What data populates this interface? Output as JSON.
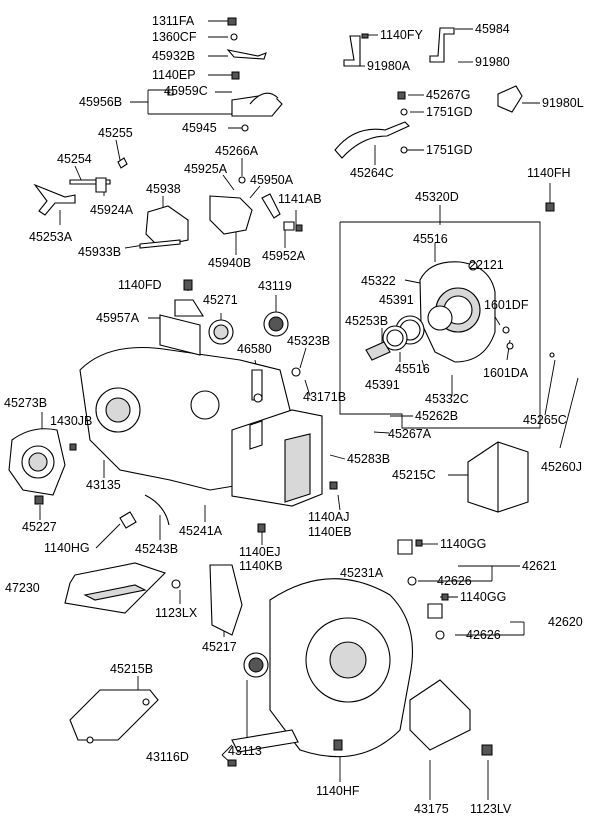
{
  "labels": {
    "p1311FA": "1311FA",
    "p1360CF": "1360CF",
    "p45932B": "45932B",
    "p1140EP": "1140EP",
    "p45956B": "45956B",
    "p45959C": "45959C",
    "p45945": "45945",
    "p1140FY": "1140FY",
    "p45984": "45984",
    "p91980A": "91980A",
    "p91980": "91980",
    "p45267G": "45267G",
    "p1751GD_a": "1751GD",
    "p91980L": "91980L",
    "p1751GD_b": "1751GD",
    "p45264C": "45264C",
    "p45255": "45255",
    "p45254": "45254",
    "p45924A": "45924A",
    "p45253A": "45253A",
    "p45266A": "45266A",
    "p45925A": "45925A",
    "p45950A": "45950A",
    "p45938": "45938",
    "p1141AB": "1141AB",
    "p45933B": "45933B",
    "p45940B": "45940B",
    "p45952A": "45952A",
    "p1140FH": "1140FH",
    "p45320D": "45320D",
    "p45516_a": "45516",
    "p45322": "45322",
    "p22121": "22121",
    "p45391_a": "45391",
    "p1601DF": "1601DF",
    "p45253B": "45253B",
    "p45516_b": "45516",
    "p45391_b": "45391",
    "p1601DA": "1601DA",
    "p45332C": "45332C",
    "p45262B": "45262B",
    "p45265C": "45265C",
    "p45267A": "45267A",
    "p45260J": "45260J",
    "p1140FD": "1140FD",
    "p45271": "45271",
    "p43119": "43119",
    "p45957A": "45957A",
    "p46580": "46580",
    "p45323B": "45323B",
    "p43171B": "43171B",
    "p45273B": "45273B",
    "p1430JB": "1430JB",
    "p43135": "43135",
    "p45283B": "45283B",
    "p45215C": "45215C",
    "p45227": "45227",
    "p1140HG": "1140HG",
    "p45243B": "45243B",
    "p45241A": "45241A",
    "p1140AJ": "1140AJ",
    "p1140EB": "1140EB",
    "p1140EJ": "1140EJ",
    "p1140KB": "1140KB",
    "p1140GG_a": "1140GG",
    "p47230": "47230",
    "p45231A": "45231A",
    "p42626_a": "42626",
    "p42621": "42621",
    "p1140GG_b": "1140GG",
    "p1123LX": "1123LX",
    "p42620": "42620",
    "p42626_b": "42626",
    "p45217": "45217",
    "p45215B": "45215B",
    "p43113": "43113",
    "p43116D": "43116D",
    "p1140HF": "1140HF",
    "p43175": "43175",
    "p1123LV": "1123LV"
  }
}
